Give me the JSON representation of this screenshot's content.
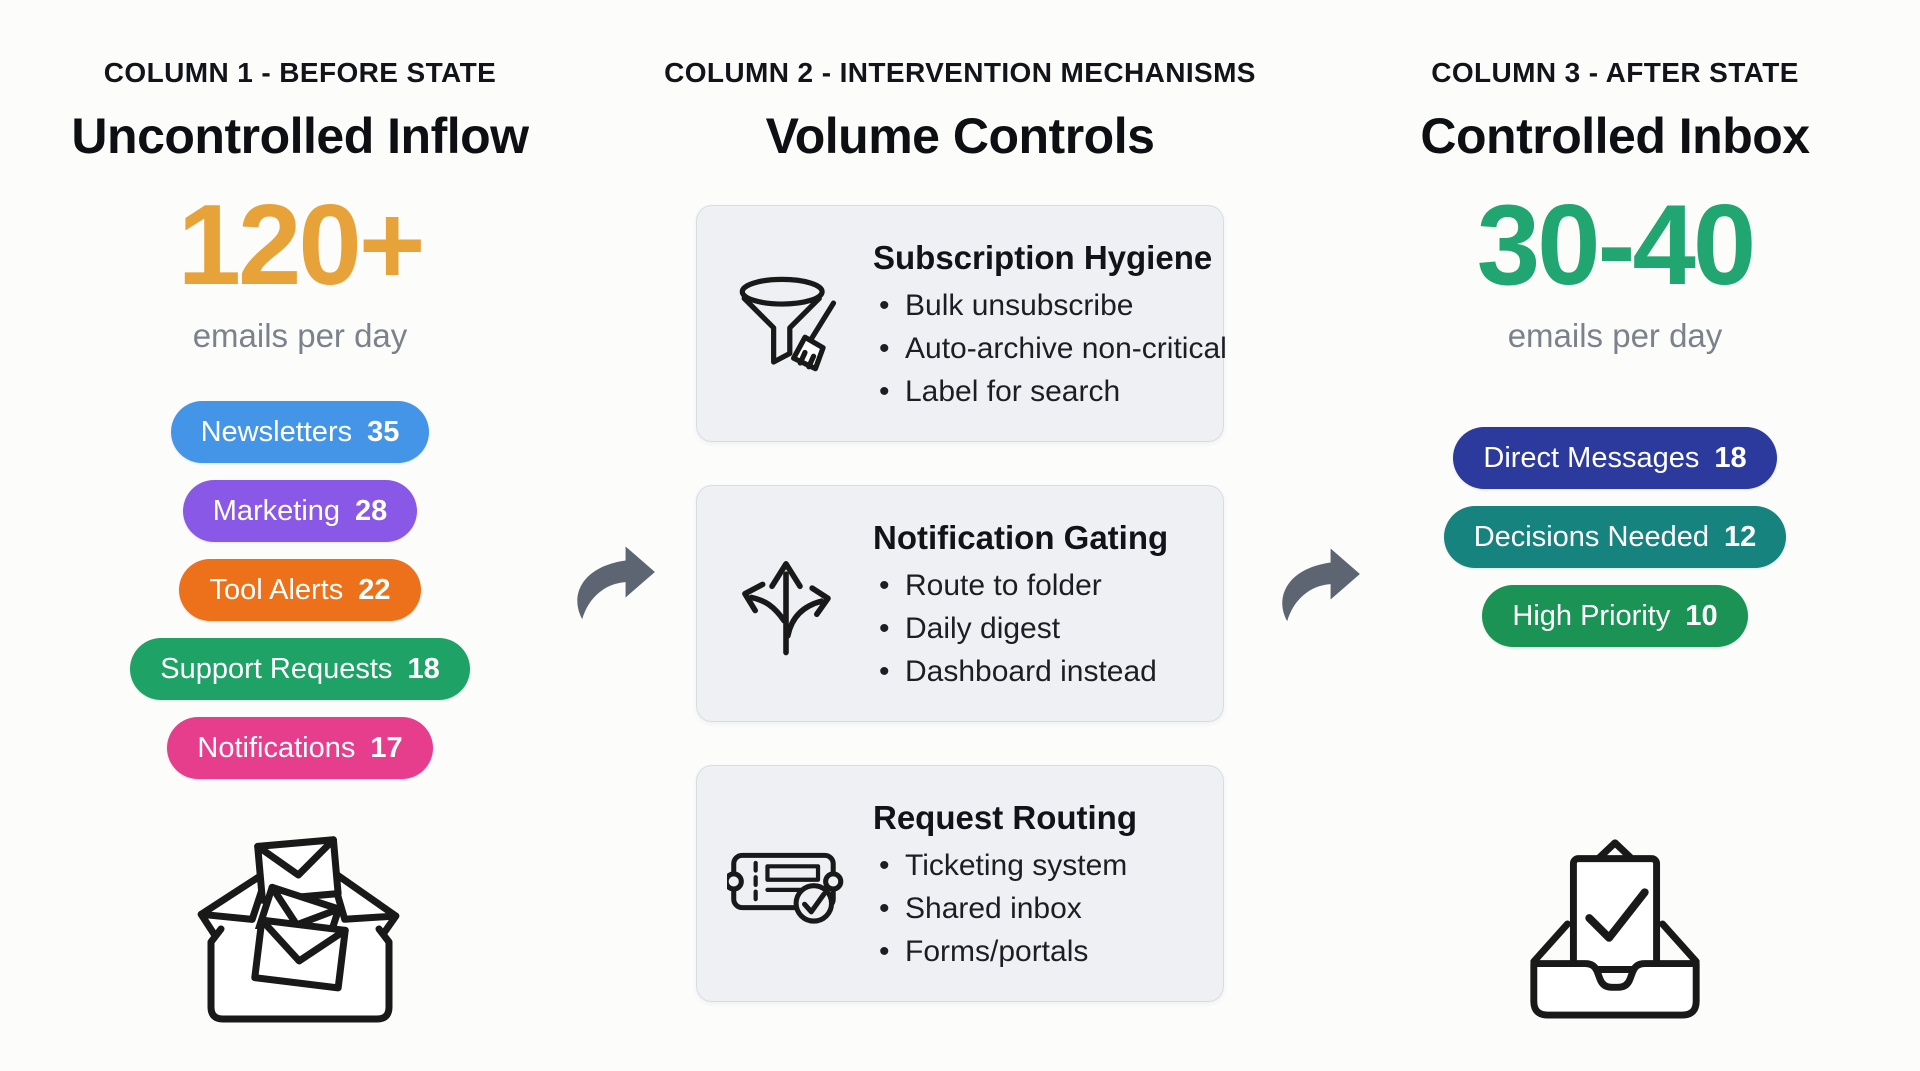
{
  "canvas_bg": "#fcfcfb",
  "ink": "#191919",
  "arrow_color": "#5c6571",
  "before": {
    "kicker": "COLUMN 1 - BEFORE STATE",
    "title": "Uncontrolled Inflow",
    "metric_value": "120+",
    "metric_color": "#e8a23a",
    "metric_unit": "emails per day",
    "pills": [
      {
        "label": "Newsletters",
        "count": "35",
        "color": "#4495e7"
      },
      {
        "label": "Marketing",
        "count": "28",
        "color": "#8a58e6"
      },
      {
        "label": "Tool Alerts",
        "count": "22",
        "color": "#ed701b"
      },
      {
        "label": "Support Requests",
        "count": "18",
        "color": "#1ea266"
      },
      {
        "label": "Notifications",
        "count": "17",
        "color": "#e63e8d"
      }
    ],
    "icon": "overflowing-inbox-icon"
  },
  "interventions": {
    "kicker": "COLUMN 2 - INTERVENTION MECHANISMS",
    "title": "Volume Controls",
    "card_bg": "#eef0f3",
    "cards": [
      {
        "icon": "funnel-broom-icon",
        "title": "Subscription Hygiene",
        "bullets": [
          "Bulk unsubscribe",
          "Auto-archive non-critical",
          "Label for search"
        ]
      },
      {
        "icon": "branching-arrows-icon",
        "title": "Notification Gating",
        "bullets": [
          "Route to folder",
          "Daily digest",
          "Dashboard instead"
        ]
      },
      {
        "icon": "ticket-check-icon",
        "title": "Request Routing",
        "bullets": [
          "Ticketing system",
          "Shared inbox",
          "Forms/portals"
        ]
      }
    ]
  },
  "after": {
    "kicker": "COLUMN 3 - AFTER STATE",
    "title": "Controlled Inbox",
    "metric_value": "30-40",
    "metric_color": "#21a571",
    "metric_unit": "emails per day",
    "pills": [
      {
        "label": "Direct Messages",
        "count": "18",
        "color": "#2b3a9c"
      },
      {
        "label": "Decisions Needed",
        "count": "12",
        "color": "#16837e"
      },
      {
        "label": "High Priority",
        "count": "10",
        "color": "#1a9355"
      }
    ],
    "icon": "clean-inbox-icon"
  }
}
